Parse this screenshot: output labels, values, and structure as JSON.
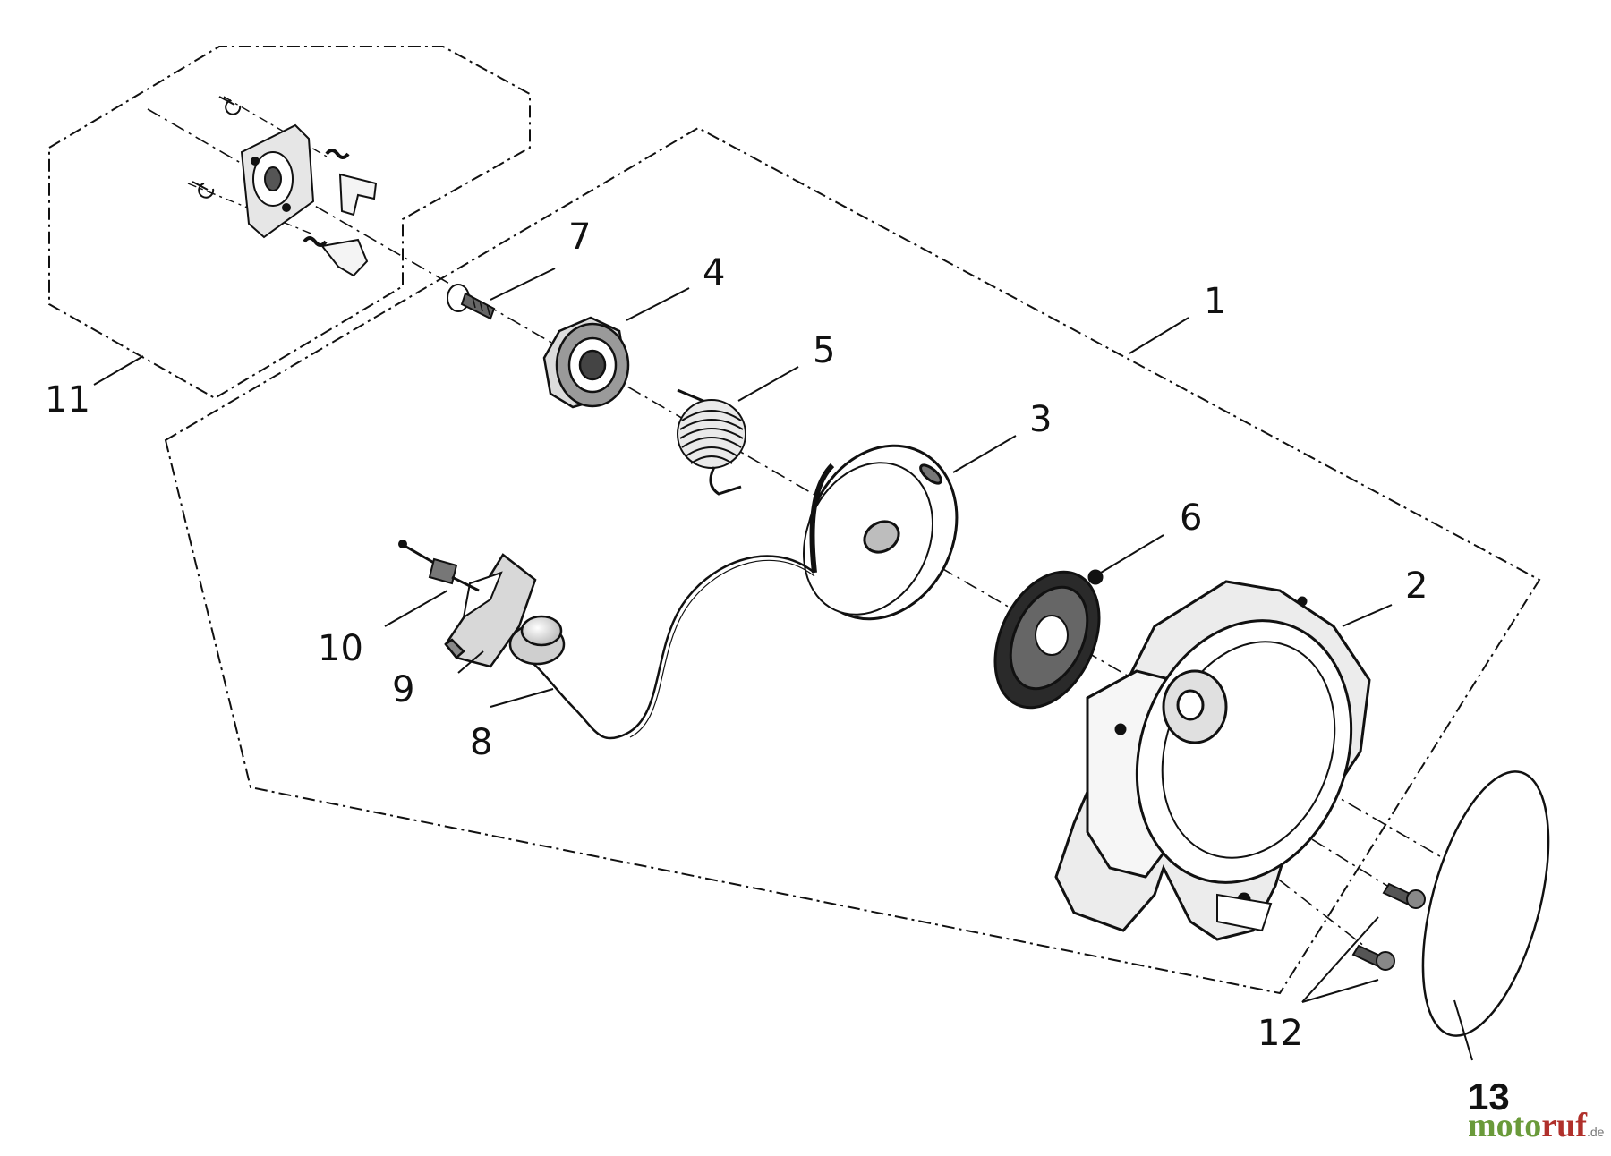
{
  "callouts": [
    {
      "id": "1",
      "text": "1"
    },
    {
      "id": "2",
      "text": "2"
    },
    {
      "id": "3",
      "text": "3"
    },
    {
      "id": "4",
      "text": "4"
    },
    {
      "id": "5",
      "text": "5"
    },
    {
      "id": "6",
      "text": "6"
    },
    {
      "id": "7",
      "text": "7"
    },
    {
      "id": "8",
      "text": "8"
    },
    {
      "id": "9",
      "text": "9"
    },
    {
      "id": "10",
      "text": "10"
    },
    {
      "id": "11",
      "text": "11"
    },
    {
      "id": "12",
      "text": "12"
    },
    {
      "id": "13",
      "text": "13"
    }
  ],
  "watermark": {
    "part_a": "moto",
    "part_b": "ruf",
    "tld": ".de"
  },
  "colors": {
    "line": "#111111",
    "watermark_green": "#6a9a3a",
    "watermark_red": "#b0302b"
  }
}
